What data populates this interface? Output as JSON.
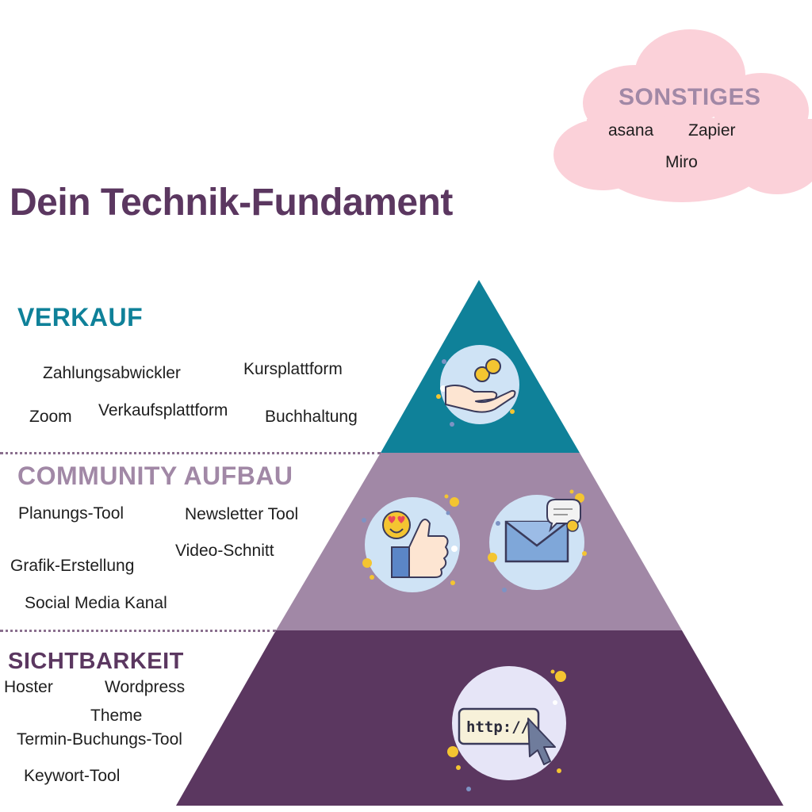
{
  "page": {
    "title": "Dein Technik-Fundament"
  },
  "sonstiges": {
    "heading": "SONSTIGES",
    "items": [
      "asana",
      "Zapier",
      "Miro"
    ]
  },
  "levels": {
    "verkauf": {
      "heading": "VERKAUF",
      "items": [
        "Zahlungsabwickler",
        "Kursplattform",
        "Zoom",
        "Verkaufsplattform",
        "Buchhaltung"
      ]
    },
    "community": {
      "heading": "COMMUNITY AUFBAU",
      "items": [
        "Planungs-Tool",
        "Newsletter Tool",
        "Video-Schnitt",
        "Grafik-Erstellung",
        "Social Media Kanal"
      ]
    },
    "sichtbarkeit": {
      "heading": "SICHTBARKEIT",
      "items": [
        "Hoster",
        "Wordpress",
        "Theme",
        "Termin-Buchungs-Tool",
        "Keywort-Tool"
      ],
      "url_text": "http://"
    }
  },
  "colors": {
    "title": "#5b3760",
    "verkauf": "#0f8199",
    "community": "#a188a6",
    "sichtbarkeit": "#5b3760",
    "cloud": "#fbd1d9",
    "icon_bg": "#cfe3f5",
    "coin": "#f4c531"
  },
  "icons": [
    "coins-hand-icon",
    "thumbs-up-icon",
    "heart-eyes-emoji-icon",
    "envelope-icon",
    "chat-bubble-icon",
    "url-bar-icon",
    "cursor-icon"
  ]
}
